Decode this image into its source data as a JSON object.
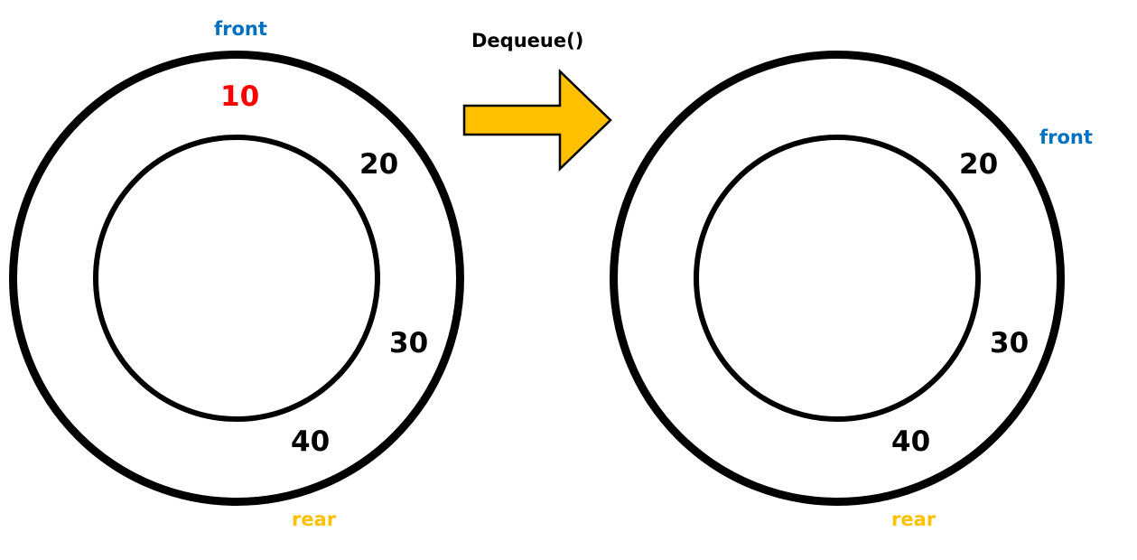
{
  "operation": "Dequeue()",
  "colors": {
    "front_label": "#0070c0",
    "rear_label": "#ffc000",
    "removed_value": "#ff0000",
    "value": "#000000",
    "arrow_fill": "#ffc000",
    "ring_stroke": "#000000"
  },
  "before": {
    "front_label": "front",
    "rear_label": "rear",
    "values": [
      "10",
      "20",
      "30",
      "40"
    ]
  },
  "after": {
    "front_label": "front",
    "rear_label": "rear",
    "values": [
      "20",
      "30",
      "40"
    ]
  }
}
